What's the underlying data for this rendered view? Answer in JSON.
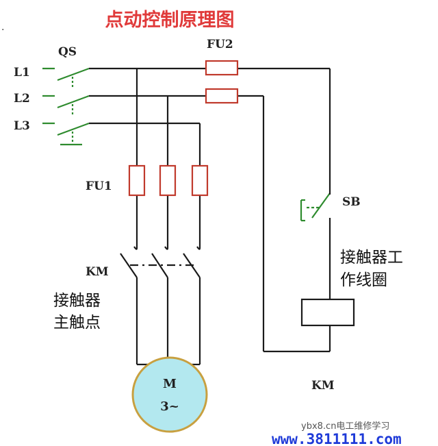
{
  "title": "点动控制原理图",
  "labels": {
    "qs": "QS",
    "l1": "L1",
    "l2": "L2",
    "l3": "L3",
    "fu1": "FU1",
    "fu2": "FU2",
    "km_left": "KM",
    "km_right": "KM",
    "sb": "SB",
    "motor_m": "M",
    "motor_phase": "3~",
    "contact_line1": "接触器",
    "contact_line2": "主触点",
    "coil_line1": "接触器工",
    "coil_line2": "作线圈"
  },
  "watermark": {
    "top": "ybx8.cn电工维修学习",
    "bottom": "www.3811111.com"
  },
  "colors": {
    "title": "#e03a3a",
    "wire": "#1a1a1a",
    "switch": "#2e8b2e",
    "fuse": "#c0392b",
    "motor_fill": "#b3e8ef",
    "motor_stroke": "#c8a040",
    "watermark_bottom": "#1e3ad8"
  }
}
